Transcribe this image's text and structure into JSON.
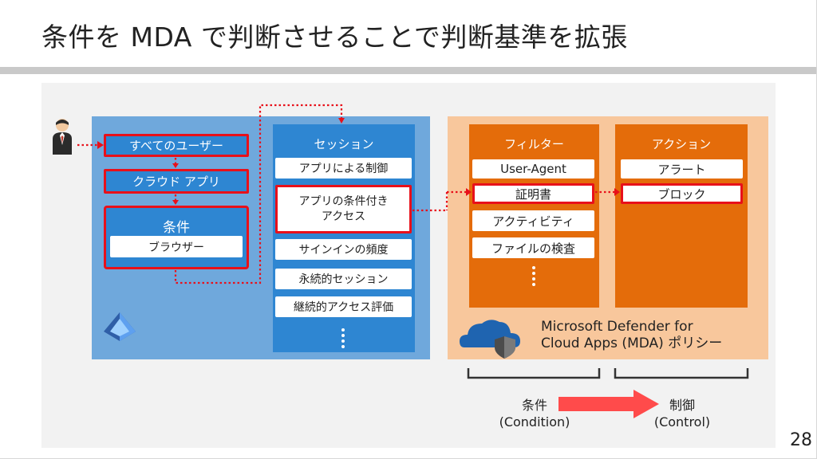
{
  "title": "条件を MDA で判断させることで判断基準を拡張",
  "page_number": "28",
  "entra": {
    "all_users": "すべてのユーザー",
    "cloud_apps": "クラウド アプリ",
    "conditions": "条件",
    "browser": "ブラウザー"
  },
  "session": {
    "heading": "セッション",
    "items": [
      "アプリによる制御",
      "アプリの条件付き\nアクセス",
      "サインインの頻度",
      "永続的セッション",
      "継続的アクセス評価"
    ],
    "more": "⋮"
  },
  "filter": {
    "heading": "フィルター",
    "items": [
      "User-Agent",
      "証明書",
      "アクティビティ",
      "ファイルの検査"
    ],
    "more": "⋮"
  },
  "action": {
    "heading": "アクション",
    "items": [
      "アラート",
      "ブロック"
    ]
  },
  "mda_caption": {
    "line1": "Microsoft Defender for",
    "line2": "Cloud Apps (MDA) ポリシー"
  },
  "legend": {
    "condition": "条件",
    "condition_en": "(Condition)",
    "control": "制御",
    "control_en": "(Control)"
  },
  "colors": {
    "entra_bg": "#6fa8dc",
    "blue": "#2e86d2",
    "orange": "#e46c0a",
    "mda_bg": "#f8c79c",
    "highlight_red": "#e8101a",
    "arrow_red": "#ff4b4b",
    "connector": "#e8101a"
  },
  "icons": [
    "user-avatar-icon",
    "entra-id-icon",
    "cloud-shield-icon"
  ]
}
